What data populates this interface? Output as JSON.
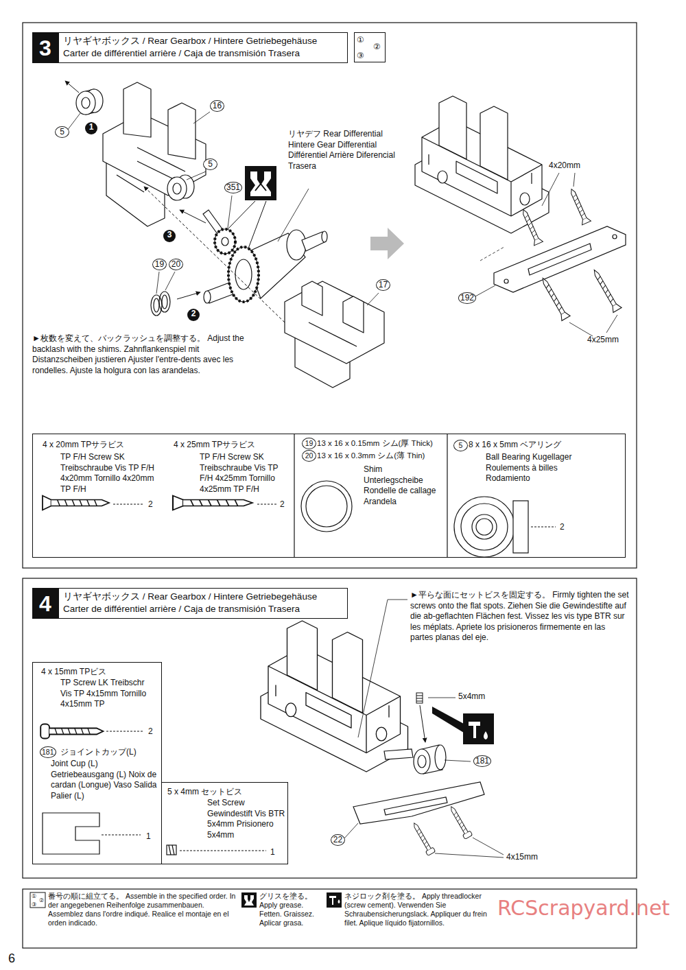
{
  "diagram": {
    "nodes": [
      {
        "text": [
          "3"
        ]
      },
      {
        "text": [
          "リヤギヤボックス / Rear Gearbox / Hintere Getriebegehäuse Carter de différentiel arrière / Caja de transmisión Trasera"
        ]
      },
      {
        "text": [
          "①",
          "②",
          "③"
        ]
      },
      {
        "text": [
          "4 x 20mm TPサラビス",
          "TP F/H Screw SK Treibschraube Vis TP F/H 4x20mm Tornillo 4x20mm TP F/H",
          "2",
          "4 x 25mm TPサラビス",
          "TP F/H Screw SK Treibschraube Vis TP F/H 4x25mm Tornillo 4x25mm TP F/H",
          "2",
          "19",
          "13 x 16 x 0.15mm シム(厚 Thick)",
          "20",
          "13 x 16 x 0.3mm シム(薄 Thin)",
          "Shim Unterlegscheibe Rondelle de callage Arandela",
          "5",
          "8 x 16 x 5mm ベアリング",
          "Ball Bearing Kugellager Roulements à billes Rodamiento",
          "2"
        ]
      },
      {
        "text": [
          "4"
        ]
      },
      {
        "text": [
          "リヤギヤボックス / Rear Gearbox / Hintere Getriebegehäuse Carter de différentiel arrière / Caja de transmisión Trasera"
        ]
      },
      {
        "text": [
          "4 x 15mm TPビス",
          "TP Screw LK Treibschr Vis TP 4x15mm Tornillo 4x15mm TP",
          "2",
          "181",
          "ジョイントカップ(L)",
          "Joint Cup (L) Getriebeausgang (L) Noix de cardan (Longue) Vaso Salida Palier (L)",
          "1"
        ]
      },
      {
        "text": [
          "5 x 4mm セットビス",
          "Set Screw Gewindestift Vis BTR 5x4mm Prisionero 5x4mm",
          "1"
        ]
      }
    ],
    "labels": [
      "5",
      "1",
      "16",
      "5",
      "351",
      "3",
      "19",
      "20",
      "2",
      "17",
      "リヤデフ Rear Differential Hintere Gear Differential Différentiel Arrière Diferencial Trasera",
      "►枚数を変えて、バックラッシュを調整する。 Adjust the backlash with the shims. Zahnflankenspiel mit Distanzscheiben justieren Ajuster l'entre-dents avec les rondelles. Ajuste la holgura con las arandelas.",
      "4x20mm",
      "192",
      "4x25mm",
      "►平らな面にセットビスを固定する。 Firmly tighten the set screws onto the flat spots. Ziehen Sie die Gewindestifte auf die ab-geflachten Flächen fest. Vissez les vis type BTR sur les méplats. Apriete los prisioneros firmemente en las partes planas del eje.",
      "5x4mm",
      "181",
      "22",
      "4x15mm",
      "6",
      "RCScrapyard.net",
      "①",
      "②",
      "③"
    ],
    "legend": [
      {
        "text": "番号の順に組立てる。 Assemble in the specified order. In der angegebenen Reihenfolge zusammenbauen. Assemblez dans l'ordre indiqué. Realice el montaje en el orden indicado."
      },
      {
        "text": "グリスを塗る。 Apply grease. Fetten. Graissez. Aplicar grasa."
      },
      {
        "text": "ネジロック剤を塗る。 Apply threadlocker (screw cement). Verwenden Sie Schraubensicherungslack. Appliquer du frein filet. Aplique líquido fijatornillos."
      }
    ]
  }
}
